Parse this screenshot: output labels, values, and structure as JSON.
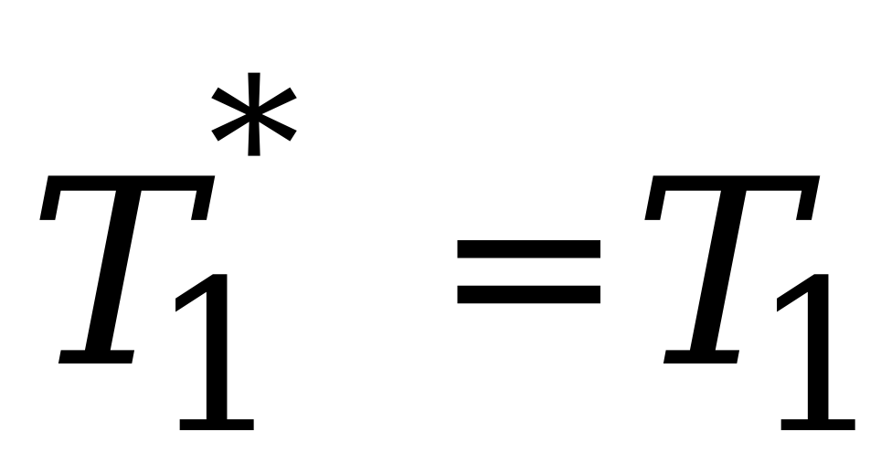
{
  "equation": {
    "lhs_variable": "T",
    "lhs_subscript": "1",
    "lhs_superscript": "*",
    "operator": "=",
    "rhs_variable": "T",
    "rhs_subscript": "1"
  }
}
